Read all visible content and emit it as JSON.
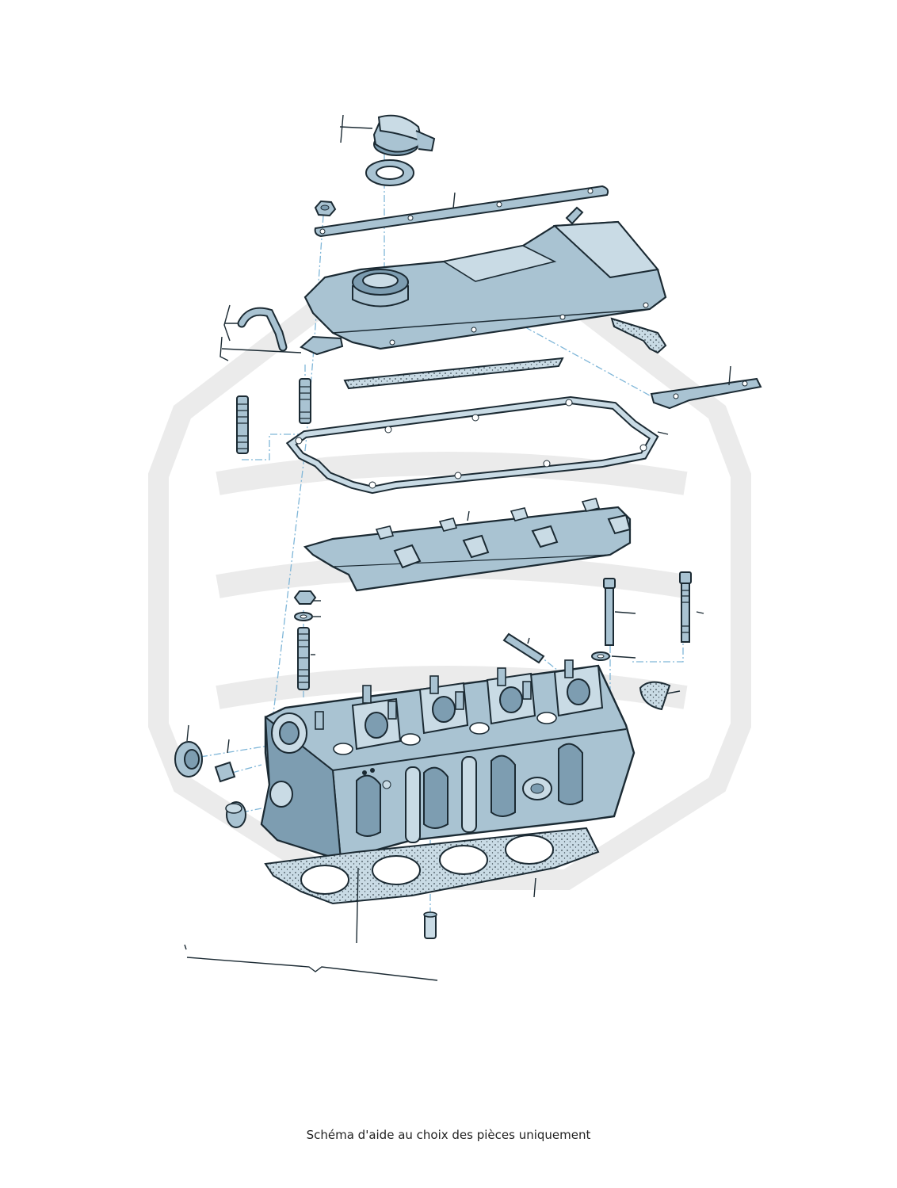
{
  "caption": "Schéma d'aide au choix des pièces uniquement",
  "colors": {
    "part_fill": "#a9c3d2",
    "part_fill_dark": "#7d9db1",
    "part_fill_light": "#c9dbe5",
    "outline": "#1b2a33",
    "leader": "#7fb6d8",
    "watermark": "#ebebeb",
    "gasket_dot": "#3c4a52"
  },
  "parts": [
    {
      "name": "oil-filler-cap",
      "icon": "cap"
    },
    {
      "name": "filler-cap-seal-ring",
      "icon": "ring"
    },
    {
      "name": "cylinder-head-cover",
      "icon": "cover"
    },
    {
      "name": "breather-hose",
      "icon": "hose"
    },
    {
      "name": "cover-upper-gasket-strip",
      "icon": "gasket"
    },
    {
      "name": "cover-gasket",
      "icon": "gasket"
    },
    {
      "name": "reinforcement-strip",
      "icon": "strip"
    },
    {
      "name": "cover-stud",
      "icon": "stud"
    },
    {
      "name": "cylinder-head-cover-seal",
      "icon": "gasket"
    },
    {
      "name": "baffle-plate",
      "icon": "plate"
    },
    {
      "name": "nut",
      "icon": "nut"
    },
    {
      "name": "washer",
      "icon": "washer"
    },
    {
      "name": "stud-bolt",
      "icon": "stud"
    },
    {
      "name": "cylinder-head-bolt",
      "icon": "bolt"
    },
    {
      "name": "plug",
      "icon": "plug"
    },
    {
      "name": "camshaft-oil-seal",
      "icon": "seal"
    },
    {
      "name": "sealing-plug",
      "icon": "plug"
    },
    {
      "name": "cylinder-head",
      "icon": "head"
    },
    {
      "name": "cylinder-head-gasket",
      "icon": "gasket"
    },
    {
      "name": "dowel-sleeve",
      "icon": "dowel"
    }
  ]
}
